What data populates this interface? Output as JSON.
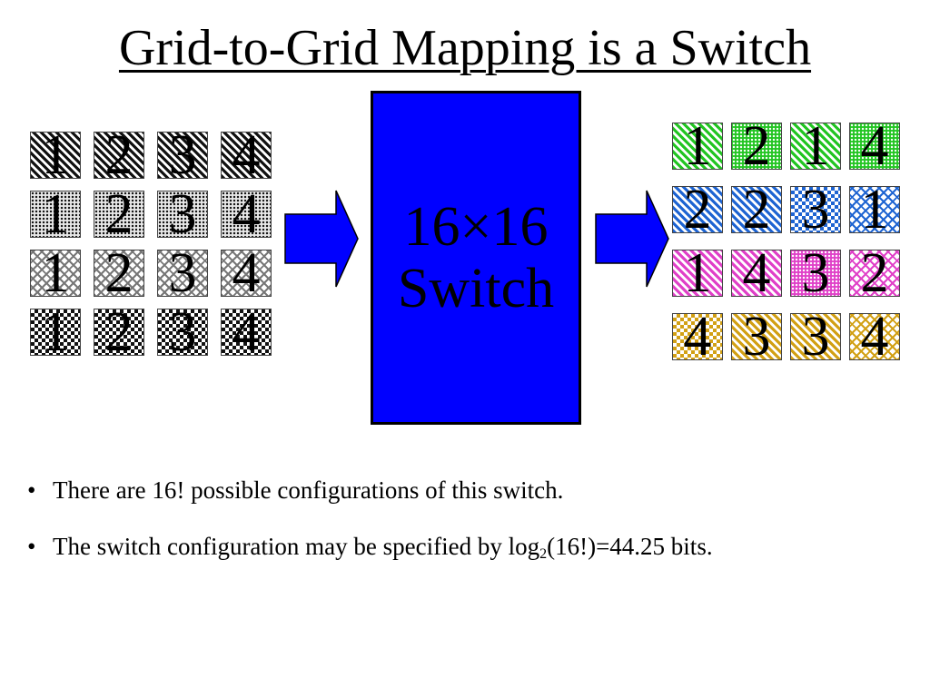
{
  "title": "Grid-to-Grid Mapping is a Switch",
  "switch": {
    "line1": "16×16",
    "line2": "Switch"
  },
  "left_grid": {
    "rows": [
      {
        "pattern": "diagonal-stripes-black",
        "tiles": [
          "1",
          "2",
          "3",
          "4"
        ]
      },
      {
        "pattern": "dots-black",
        "tiles": [
          "1",
          "2",
          "3",
          "4"
        ]
      },
      {
        "pattern": "weave-gray",
        "tiles": [
          "1",
          "2",
          "3",
          "4"
        ]
      },
      {
        "pattern": "checker-black",
        "tiles": [
          "1",
          "2",
          "3",
          "4"
        ]
      }
    ]
  },
  "right_grid": {
    "rows": [
      {
        "tiles": [
          {
            "n": "1",
            "color": "#22c522",
            "pattern": "diag"
          },
          {
            "n": "2",
            "color": "#22c522",
            "pattern": "dots"
          },
          {
            "n": "1",
            "color": "#22c522",
            "pattern": "diag"
          },
          {
            "n": "4",
            "color": "#22c522",
            "pattern": "dots"
          }
        ]
      },
      {
        "tiles": [
          {
            "n": "2",
            "color": "#1e64d2",
            "pattern": "diag"
          },
          {
            "n": "2",
            "color": "#1e64d2",
            "pattern": "diag"
          },
          {
            "n": "3",
            "color": "#1e64d2",
            "pattern": "check"
          },
          {
            "n": "1",
            "color": "#1e64d2",
            "pattern": "weave"
          }
        ]
      },
      {
        "tiles": [
          {
            "n": "1",
            "color": "#e040c8",
            "pattern": "diag"
          },
          {
            "n": "4",
            "color": "#e040c8",
            "pattern": "diag"
          },
          {
            "n": "3",
            "color": "#e040c8",
            "pattern": "dots"
          },
          {
            "n": "2",
            "color": "#e040c8",
            "pattern": "weave"
          }
        ]
      },
      {
        "tiles": [
          {
            "n": "4",
            "color": "#d2a014",
            "pattern": "check"
          },
          {
            "n": "3",
            "color": "#d2a014",
            "pattern": "diag"
          },
          {
            "n": "3",
            "color": "#d2a014",
            "pattern": "diag"
          },
          {
            "n": "4",
            "color": "#d2a014",
            "pattern": "weave"
          }
        ]
      }
    ]
  },
  "arrow_color": "#0000ff",
  "bullets": {
    "b1": "There are 16! possible configurations of this switch.",
    "b2_pre": "The switch configuration may be specified by log",
    "b2_sub": "2",
    "b2_post": "(16!)=44.25 bits.",
    "marker": "•"
  }
}
